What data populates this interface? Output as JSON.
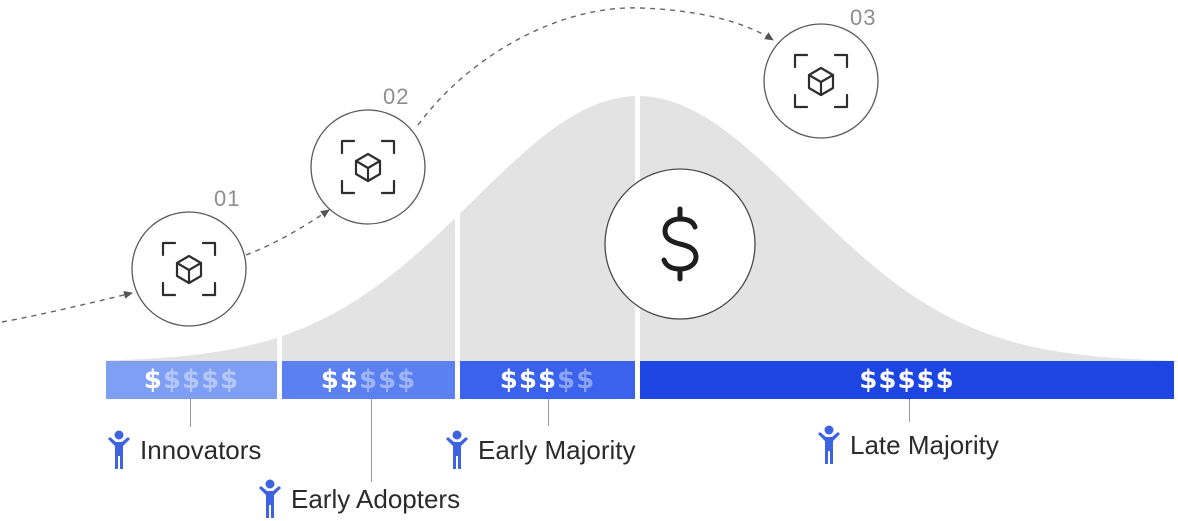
{
  "steps": [
    {
      "number": "01",
      "icon": "cube-scan-icon"
    },
    {
      "number": "02",
      "icon": "cube-scan-icon"
    },
    {
      "number": "03",
      "icon": "cube-scan-icon"
    }
  ],
  "center_icon": "dollar-icon",
  "segments": [
    {
      "label": "Innovators",
      "price_level": 1,
      "max_level": 5,
      "color": "#7f9ff4",
      "symbol": "$"
    },
    {
      "label": "Early Adopters",
      "price_level": 2,
      "max_level": 5,
      "color": "#5b80f2",
      "symbol": "$"
    },
    {
      "label": "Early Majority",
      "price_level": 3,
      "max_level": 5,
      "color": "#3a62ec",
      "symbol": "$"
    },
    {
      "label": "Late Majority",
      "price_level": 5,
      "max_level": 5,
      "color": "#1d45e2",
      "symbol": "$"
    }
  ],
  "colors": {
    "curve_fill": "#e3e3e3",
    "person_icon": "#3d63e3",
    "outline": "#333333"
  }
}
